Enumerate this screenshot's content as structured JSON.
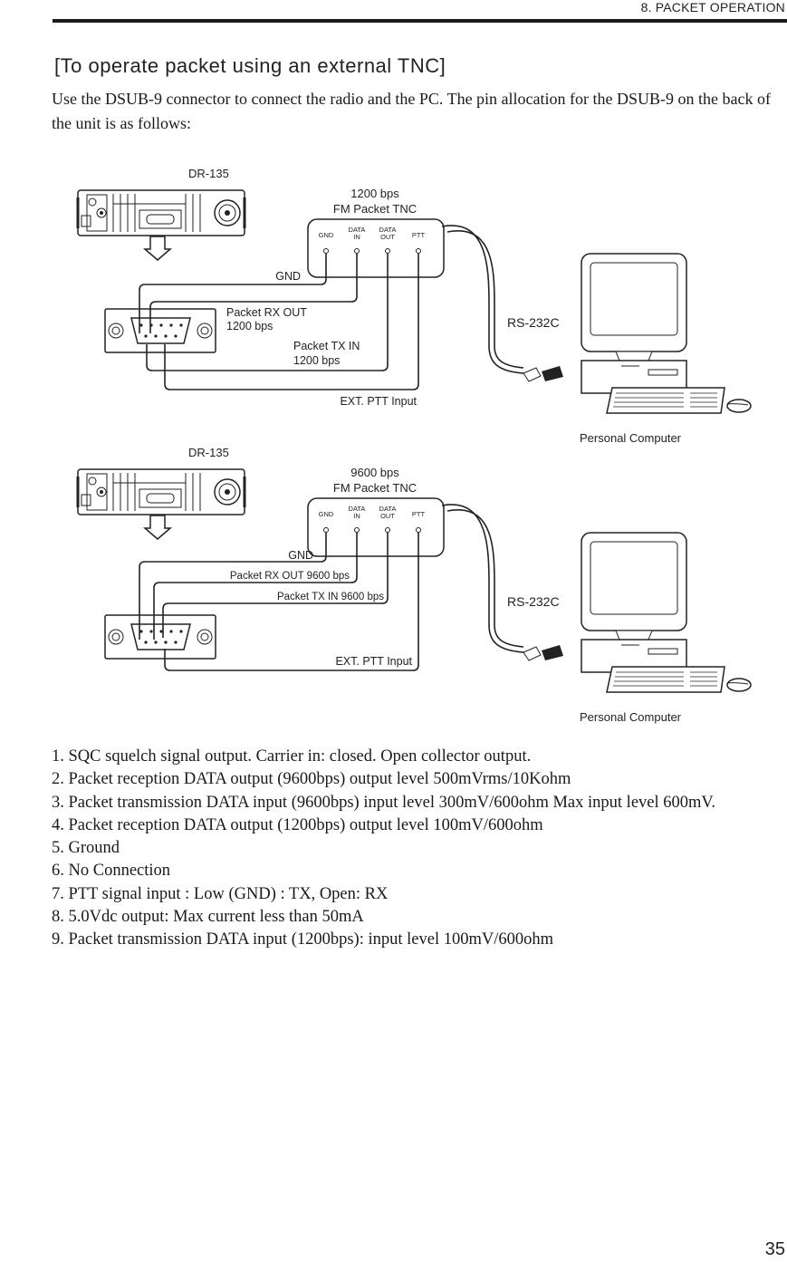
{
  "header": {
    "section": "8. PACKET OPERATION"
  },
  "title": "[To operate packet using an external TNC]",
  "intro": "Use the DSUB-9 connector to connect the radio and the PC. The pin allocation for the DSUB-9 on the back of the unit is as follows:",
  "diagrams": [
    {
      "radio_label": "DR-135",
      "tnc_label_line1": "1200 bps",
      "tnc_label_line2": "FM Packet TNC",
      "terminals": {
        "gnd": "GND",
        "data_in_1": "DATA",
        "data_in_2": "IN",
        "data_out_1": "DATA",
        "data_out_2": "OUT",
        "ptt": "PTT"
      },
      "wires": {
        "gnd": "GND",
        "rx_out_1": "Packet RX OUT",
        "rx_out_2": "1200 bps",
        "tx_in_1": "Packet TX IN",
        "tx_in_2": "1200 bps",
        "ptt": "EXT. PTT Input"
      },
      "serial_label": "RS-232C",
      "pc_label": "Personal Computer"
    },
    {
      "radio_label": "DR-135",
      "tnc_label_line1": "9600 bps",
      "tnc_label_line2": "FM Packet TNC",
      "terminals": {
        "gnd": "GND",
        "data_in_1": "DATA",
        "data_in_2": "IN",
        "data_out_1": "DATA",
        "data_out_2": "OUT",
        "ptt": "PTT"
      },
      "wires": {
        "gnd": "GND",
        "rx_out": "Packet RX OUT 9600 bps",
        "tx_in": "Packet TX IN 9600 bps",
        "ptt": "EXT. PTT Input"
      },
      "serial_label": "RS-232C",
      "pc_label": "Personal Computer"
    }
  ],
  "pins": [
    "1. SQC squelch signal output. Carrier in: closed. Open collector output.",
    "2. Packet reception DATA output (9600bps) output level 500mVrms/10Kohm",
    "3. Packet transmission DATA input (9600bps) input level 300mV/600ohm Max input level 600mV.",
    "4. Packet reception DATA output (1200bps) output level 100mV/600ohm",
    "5. Ground",
    "6. No Connection",
    "7. PTT signal input : Low (GND) : TX, Open: RX",
    "8. 5.0Vdc output: Max current less than 50mA",
    "9. Packet transmission DATA input (1200bps): input level 100mV/600ohm"
  ],
  "page_number": "35"
}
